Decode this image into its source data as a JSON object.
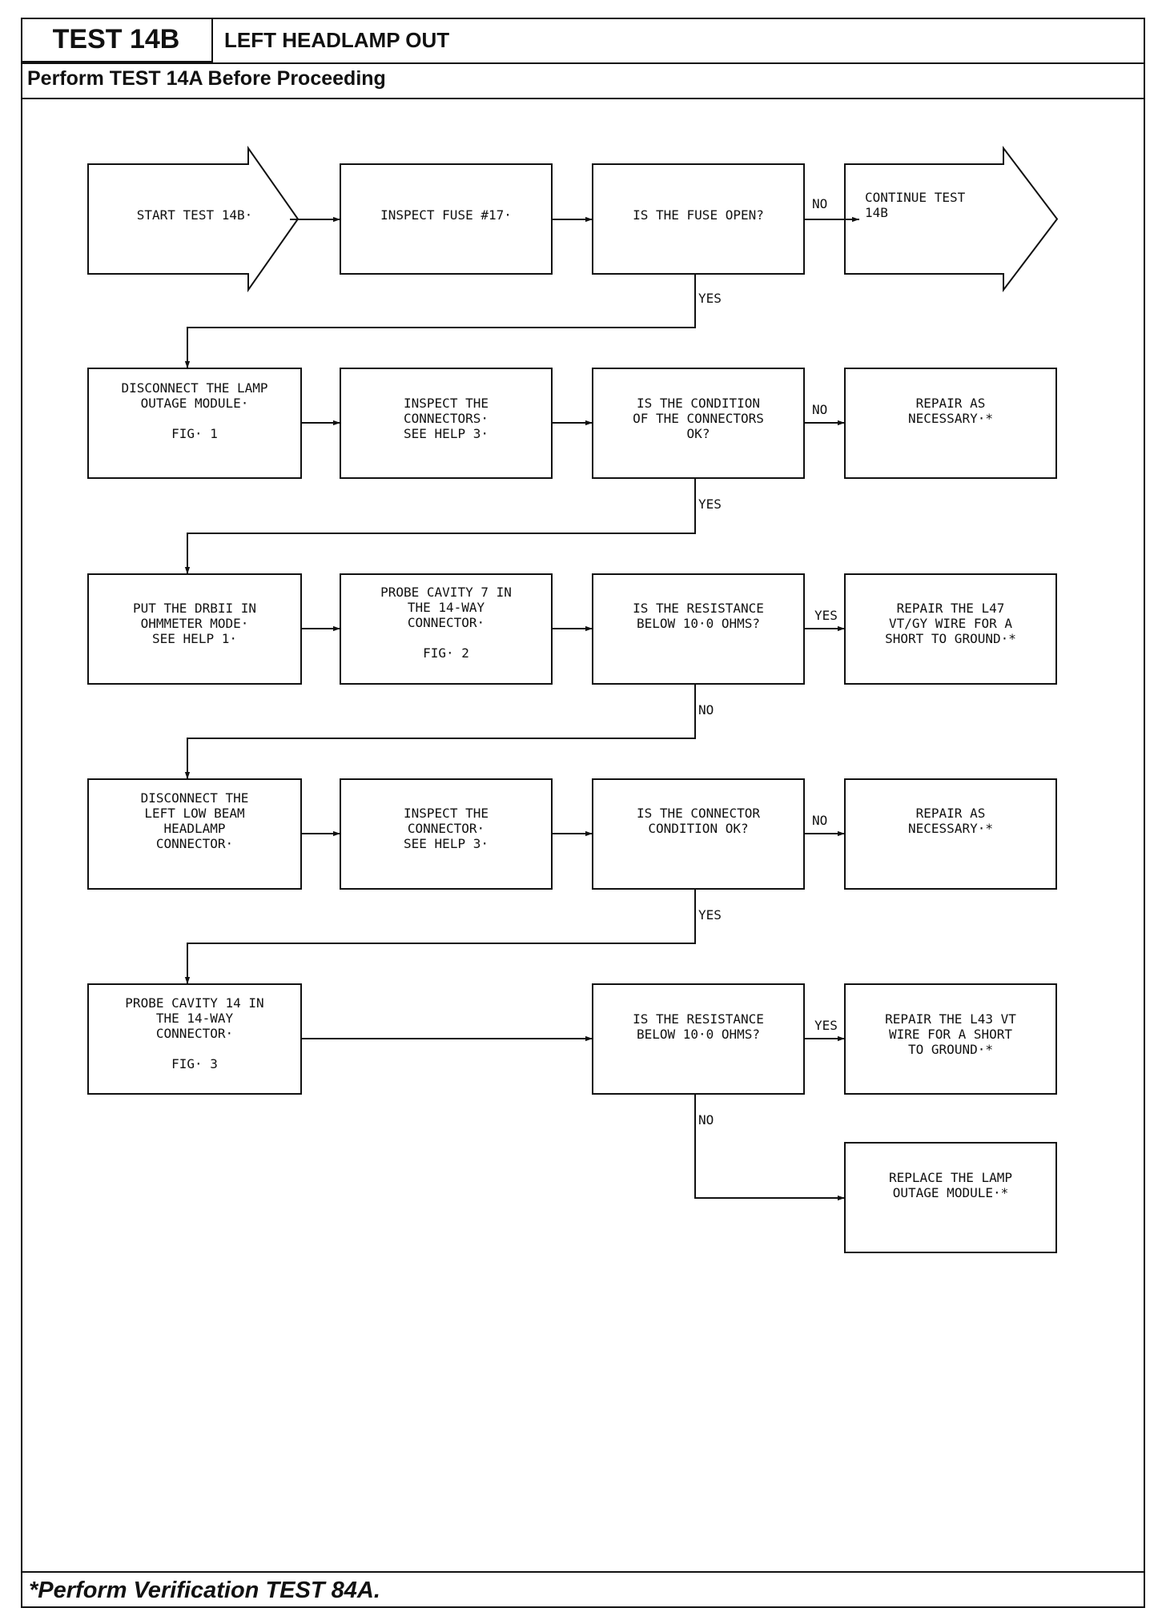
{
  "header": {
    "test_id": "TEST 14B",
    "title": "LEFT HEADLAMP OUT",
    "prerequisite": "Perform TEST 14A Before Proceeding"
  },
  "footer": {
    "note": "*Perform Verification TEST 84A."
  },
  "nodes": {
    "start": [
      "START TEST 14B·"
    ],
    "inspect_fuse": [
      "INSPECT FUSE #17·"
    ],
    "fuse_open": [
      "IS THE FUSE OPEN?"
    ],
    "continue": [
      "CONTINUE TEST",
      "14B"
    ],
    "disconnect_lamp": [
      "DISCONNECT THE LAMP",
      "OUTAGE MODULE·",
      "",
      "FIG· 1"
    ],
    "inspect_connectors": [
      "INSPECT THE",
      "CONNECTORS·",
      "SEE HELP 3·"
    ],
    "connectors_ok": [
      "IS THE CONDITION",
      "OF THE CONNECTORS",
      "OK?"
    ],
    "repair_1": [
      "REPAIR AS",
      "NECESSARY·*"
    ],
    "put_drbii": [
      "PUT THE DRBII IN",
      "OHMMETER MODE·",
      "SEE HELP 1·"
    ],
    "probe_7": [
      "PROBE CAVITY 7 IN",
      "THE 14-WAY",
      "CONNECTOR·",
      "",
      "FIG· 2"
    ],
    "resistance_1": [
      "IS THE RESISTANCE",
      "BELOW 10·0 OHMS?"
    ],
    "repair_l47": [
      "REPAIR THE L47",
      "VT/GY WIRE FOR A",
      "SHORT TO GROUND·*"
    ],
    "disconnect_left": [
      "DISCONNECT THE",
      "LEFT LOW BEAM",
      "HEADLAMP",
      "CONNECTOR·"
    ],
    "inspect_connector": [
      "INSPECT THE",
      "CONNECTOR·",
      "SEE HELP 3·"
    ],
    "connector_ok": [
      "IS THE CONNECTOR",
      "CONDITION OK?"
    ],
    "repair_2": [
      "REPAIR AS",
      "NECESSARY·*"
    ],
    "probe_14": [
      "PROBE CAVITY 14 IN",
      "THE 14-WAY",
      "CONNECTOR·",
      "",
      "FIG· 3"
    ],
    "resistance_2": [
      "IS THE RESISTANCE",
      "BELOW 10·0 OHMS?"
    ],
    "repair_l43": [
      "REPAIR THE L43 VT",
      "WIRE FOR A SHORT",
      "TO GROUND·*"
    ],
    "replace_module": [
      "REPLACE THE LAMP",
      "OUTAGE MODULE·*"
    ]
  },
  "edge_labels": {
    "fuse_no": "NO",
    "fuse_yes": "YES",
    "conn_no": "NO",
    "conn_yes": "YES",
    "res1_yes": "YES",
    "res1_no": "NO",
    "conn2_no": "NO",
    "conn2_yes": "YES",
    "res2_yes": "YES",
    "res2_no": "NO"
  }
}
